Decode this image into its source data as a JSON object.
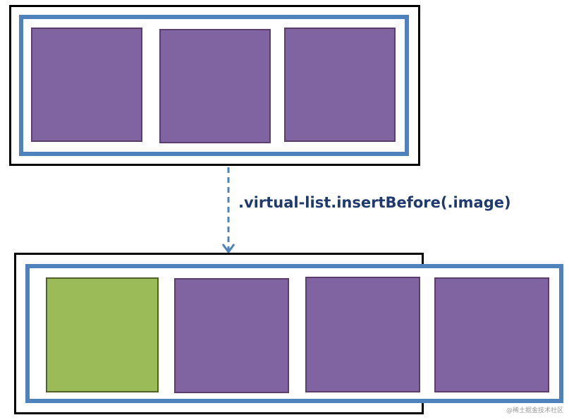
{
  "colors": {
    "viewport_border": "#000000",
    "list_border": "#4f81bd",
    "image_fill": "#8064a2",
    "inserted_image_fill": "#9bbb59",
    "arrow": "#4f81bd",
    "label_text": "#1f3a6e"
  },
  "before": {
    "items": [
      "image",
      "image",
      "image"
    ]
  },
  "after": {
    "items": [
      "inserted-image",
      "image",
      "image",
      "image"
    ]
  },
  "operation_label": ".virtual-list.insertBefore(.image)",
  "watermark": "@稀土掘金技术社区"
}
